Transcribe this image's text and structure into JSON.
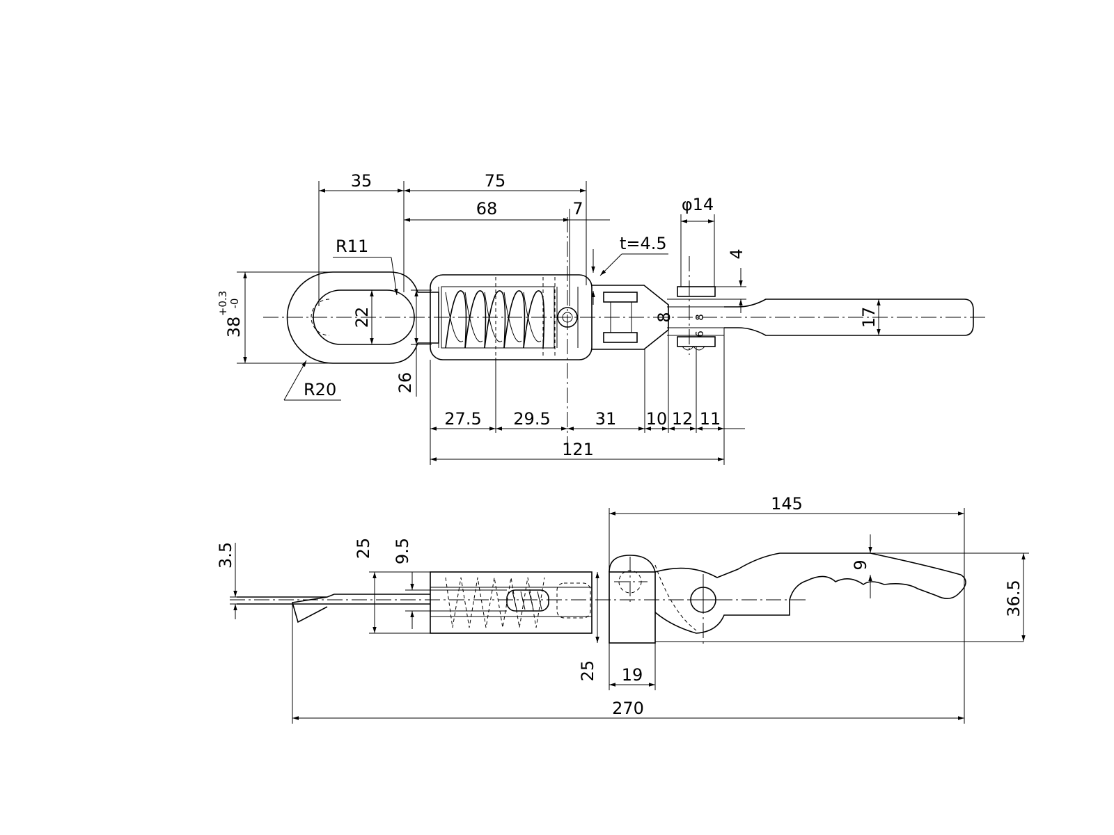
{
  "top_view": {
    "d_35": "35",
    "d_75": "75",
    "d_68": "68",
    "d_7": "7",
    "d_phi14": "φ14",
    "d_t45": "t=4.5",
    "d_4": "4",
    "d_R11": "R11",
    "d_R20": "R20",
    "d_38": "38",
    "d_38_tol_up": "+0.3",
    "d_38_tol_dn": "-0",
    "d_22": "22",
    "d_26": "26",
    "d_8a": "8",
    "d_8b": "8",
    "d_6": "6",
    "d_17": "17",
    "d_275": "27.5",
    "d_295": "29.5",
    "d_31": "31",
    "d_10": "10",
    "d_12": "12",
    "d_11": "11",
    "d_121": "121"
  },
  "side_view": {
    "d_145": "145",
    "d_35": "3.5",
    "d_25a": "25",
    "d_95": "9.5",
    "d_9": "9",
    "d_365": "36.5",
    "d_25b": "25",
    "d_19": "19",
    "d_270": "270"
  }
}
